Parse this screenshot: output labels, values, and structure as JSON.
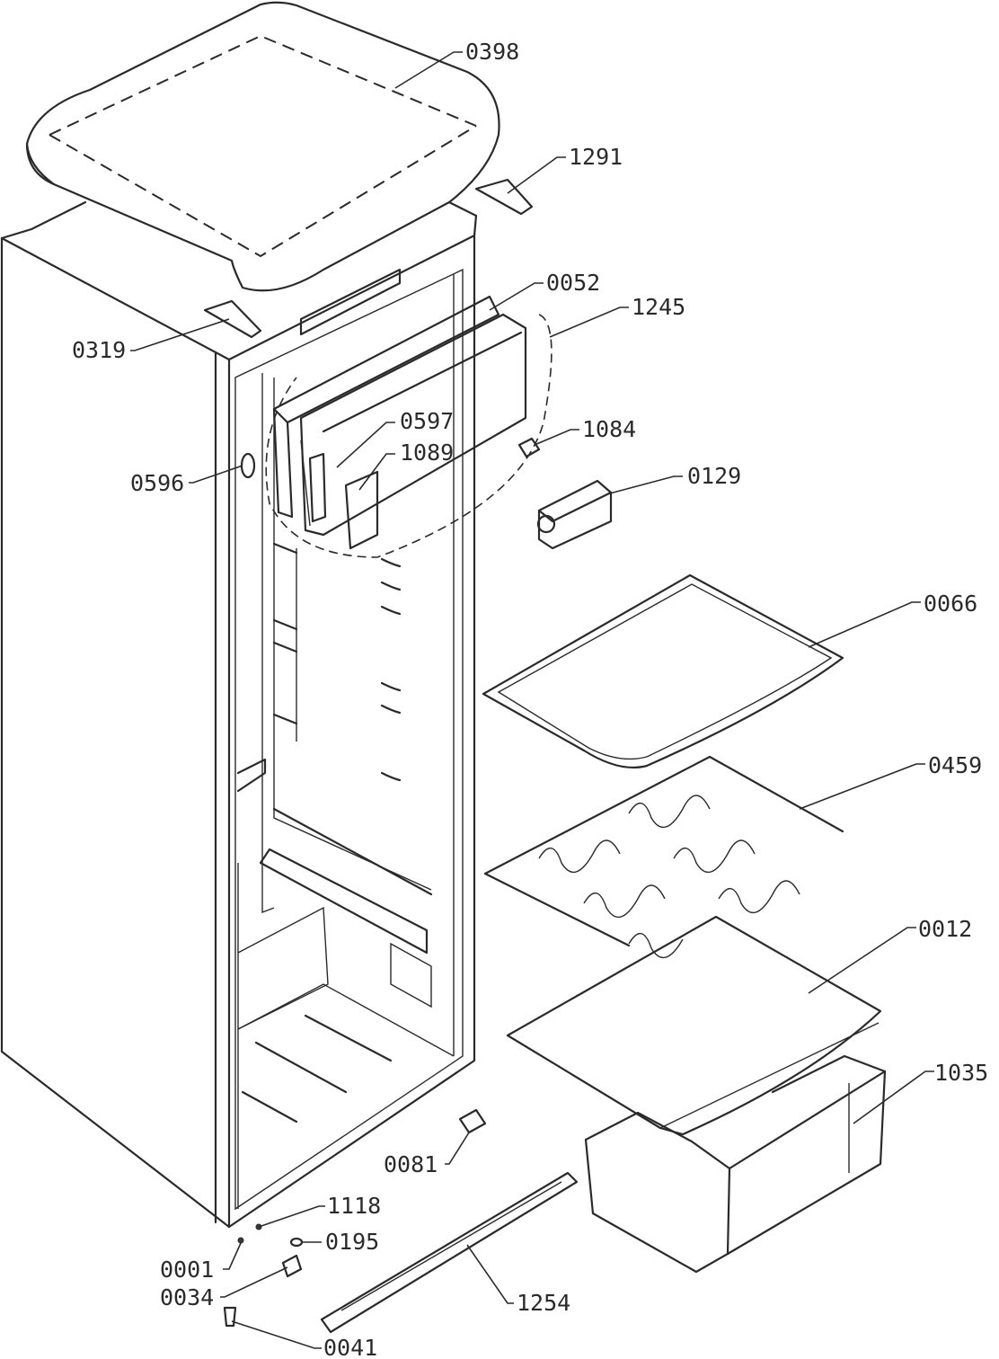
{
  "parts": [
    {
      "id": "top-cover",
      "label": "0398"
    },
    {
      "id": "hinge-top-right",
      "label": "1291"
    },
    {
      "id": "freezer-frame",
      "label": "0052"
    },
    {
      "id": "freezer-compartment",
      "label": "1245"
    },
    {
      "id": "hinge-top-left",
      "label": "0319"
    },
    {
      "id": "freezer-latch",
      "label": "0597"
    },
    {
      "id": "freezer-handle",
      "label": "1089"
    },
    {
      "id": "clip",
      "label": "1084"
    },
    {
      "id": "lamp-socket",
      "label": "0596"
    },
    {
      "id": "thermostat-block",
      "label": "0129"
    },
    {
      "id": "glass-shelf",
      "label": "0066"
    },
    {
      "id": "bottle-rack",
      "label": "0459"
    },
    {
      "id": "crisper-cover",
      "label": "0012"
    },
    {
      "id": "crisper-drawer",
      "label": "1035"
    },
    {
      "id": "bottom-hinge",
      "label": "0081"
    },
    {
      "id": "screw",
      "label": "1118"
    },
    {
      "id": "washer",
      "label": "0195"
    },
    {
      "id": "pin",
      "label": "0001"
    },
    {
      "id": "bracket",
      "label": "0034"
    },
    {
      "id": "kick-plate",
      "label": "1254"
    },
    {
      "id": "adjustable-foot",
      "label": "0041"
    }
  ]
}
